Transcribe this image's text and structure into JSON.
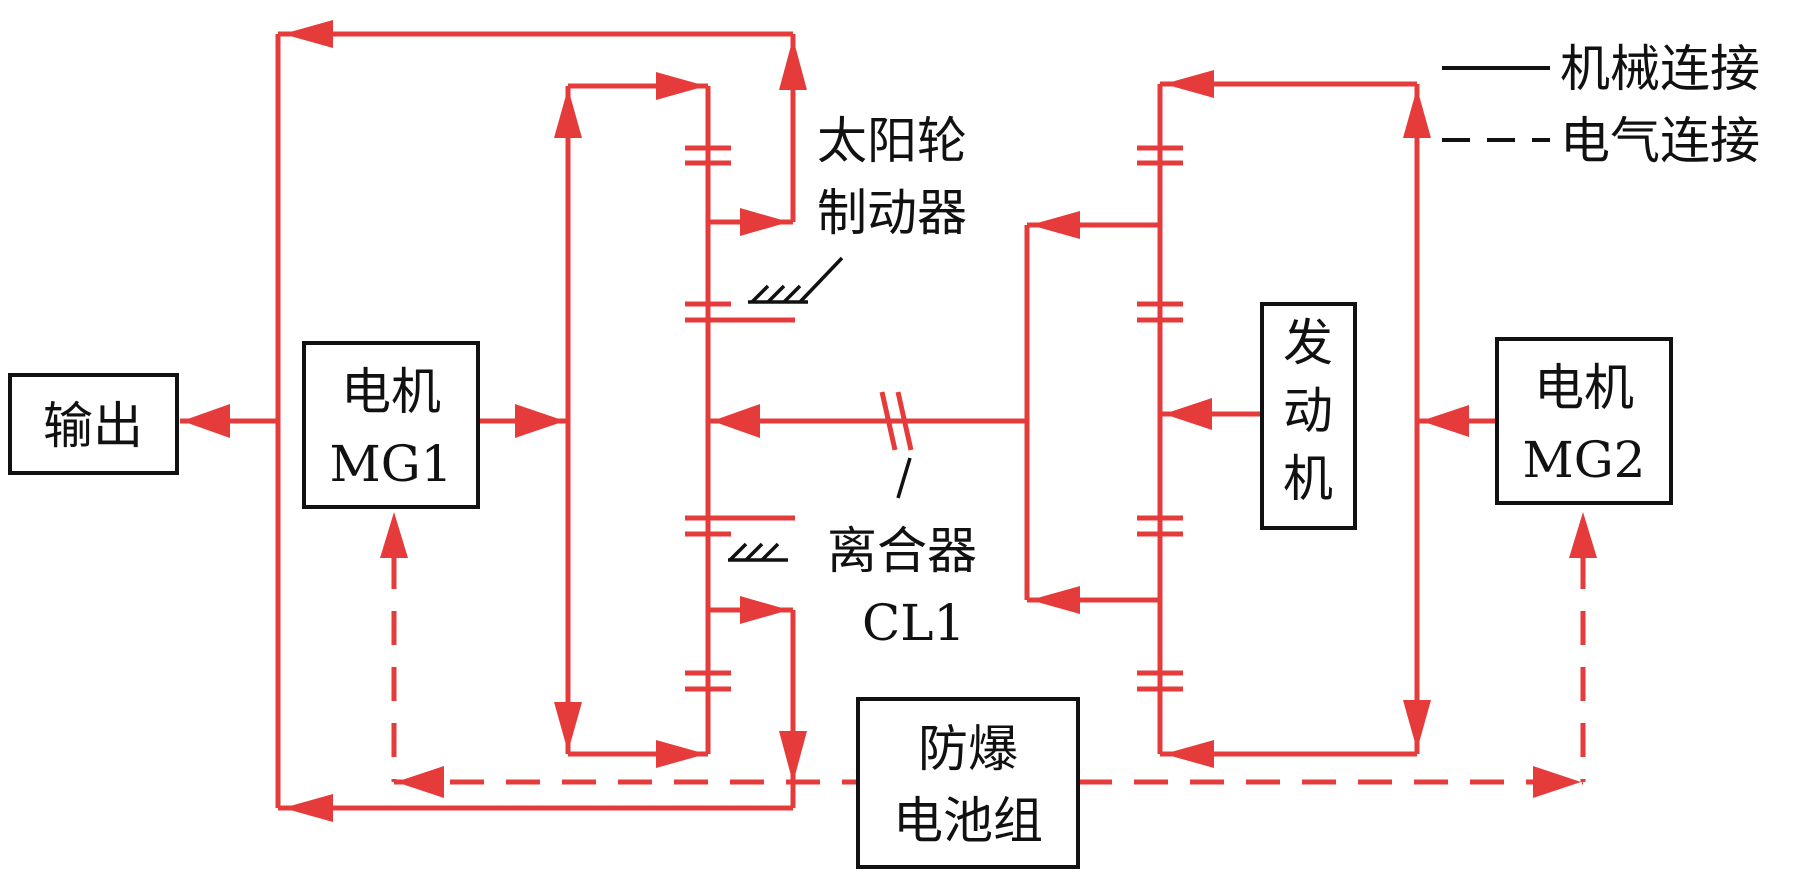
{
  "colors": {
    "mechanical": "#e63b3b",
    "electrical": "#e63b3b",
    "box_border": "#111111",
    "text": "#111111"
  },
  "boxes": {
    "output": "输出",
    "mg1": [
      "电机",
      "MG1"
    ],
    "engine": [
      "发",
      "动",
      "机"
    ],
    "mg2": [
      "电机",
      "MG2"
    ],
    "battery": [
      "防爆",
      "电池组"
    ]
  },
  "labels": {
    "sun_brake": [
      "太阳轮",
      "制动器"
    ],
    "clutch": [
      "离合器",
      "CL1"
    ]
  },
  "legend": {
    "mechanical": "机械连接",
    "electrical": "电气连接"
  }
}
